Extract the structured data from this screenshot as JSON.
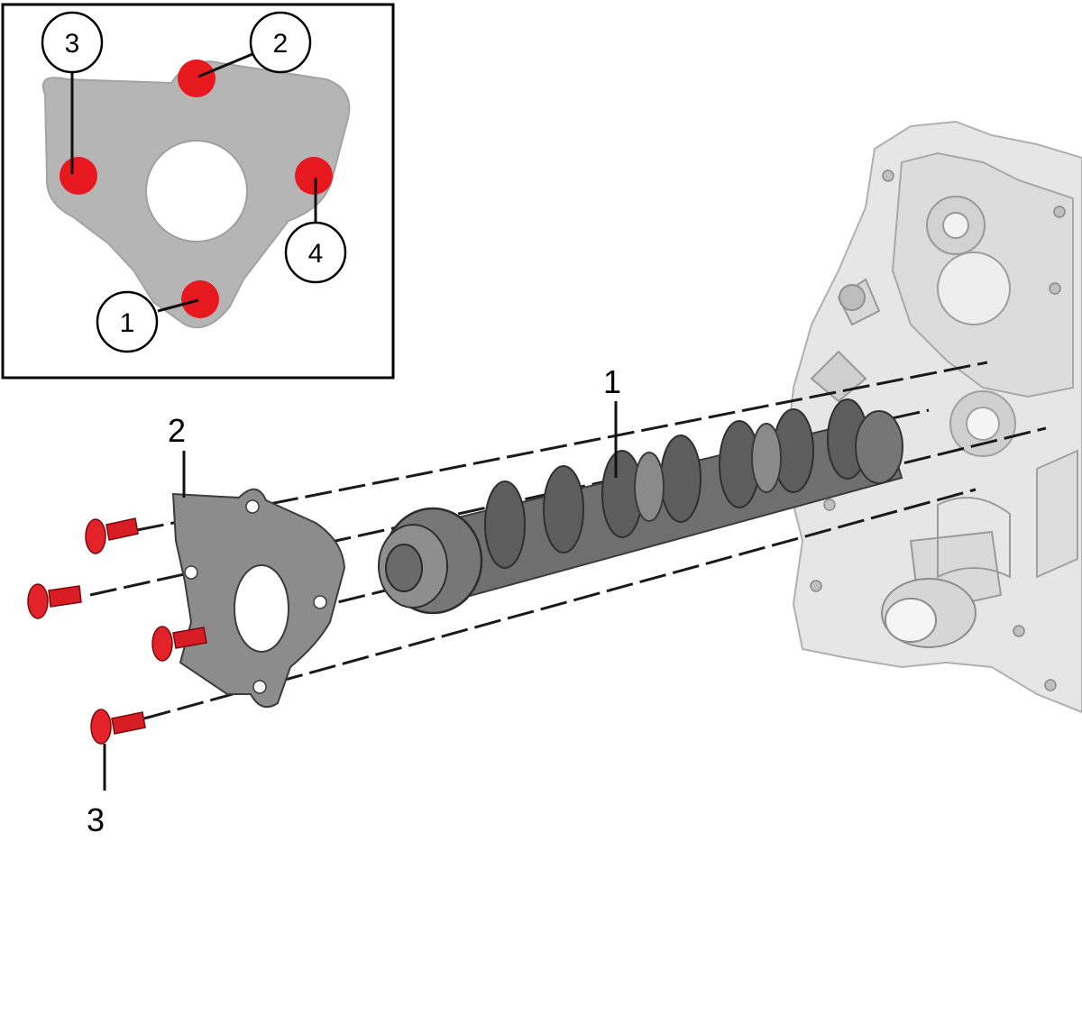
{
  "diagram": {
    "callouts": [
      {
        "id": "camshaft",
        "label": "1"
      },
      {
        "id": "thrust-plate",
        "label": "2"
      },
      {
        "id": "bolts",
        "label": "3"
      }
    ],
    "inset": {
      "sequence": [
        {
          "hole": "bottom",
          "label": "1"
        },
        {
          "hole": "top",
          "label": "2"
        },
        {
          "hole": "left",
          "label": "3"
        },
        {
          "hole": "right",
          "label": "4"
        }
      ]
    },
    "colors": {
      "bolt": "#e01e24",
      "plate": "#8c8c8c",
      "camshaft": "#6b6b6b",
      "engine_block": "#e8e8e8",
      "inset_plate": "#b5b5b5"
    }
  }
}
